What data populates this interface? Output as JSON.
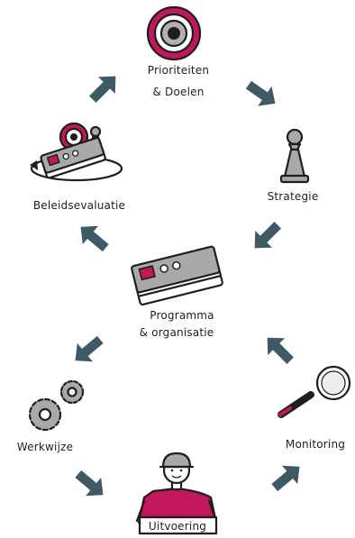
{
  "labels": {
    "prioriteiten_line1": "Prioriteiten",
    "prioriteiten_line2": "& Doelen",
    "strategie": "Strategie",
    "beleidsevaluatie": "Beleidsevaluatie",
    "programma_line1": "Programma",
    "programma_line2": "& organisatie",
    "werkwijze": "Werkwijze",
    "monitoring": "Monitoring",
    "uitvoering": "Uitvoering"
  },
  "colors": {
    "accent": "#c2185b",
    "arrow": "#3f5966",
    "icon_gray": "#a9a9a9",
    "ink": "#1e1e1e"
  },
  "icons": [
    "target-icon",
    "chess-pawn-icon",
    "documents-icon",
    "magnifier-icon",
    "person-helmet-icon",
    "gears-icon",
    "target-chess-documents-icon"
  ]
}
